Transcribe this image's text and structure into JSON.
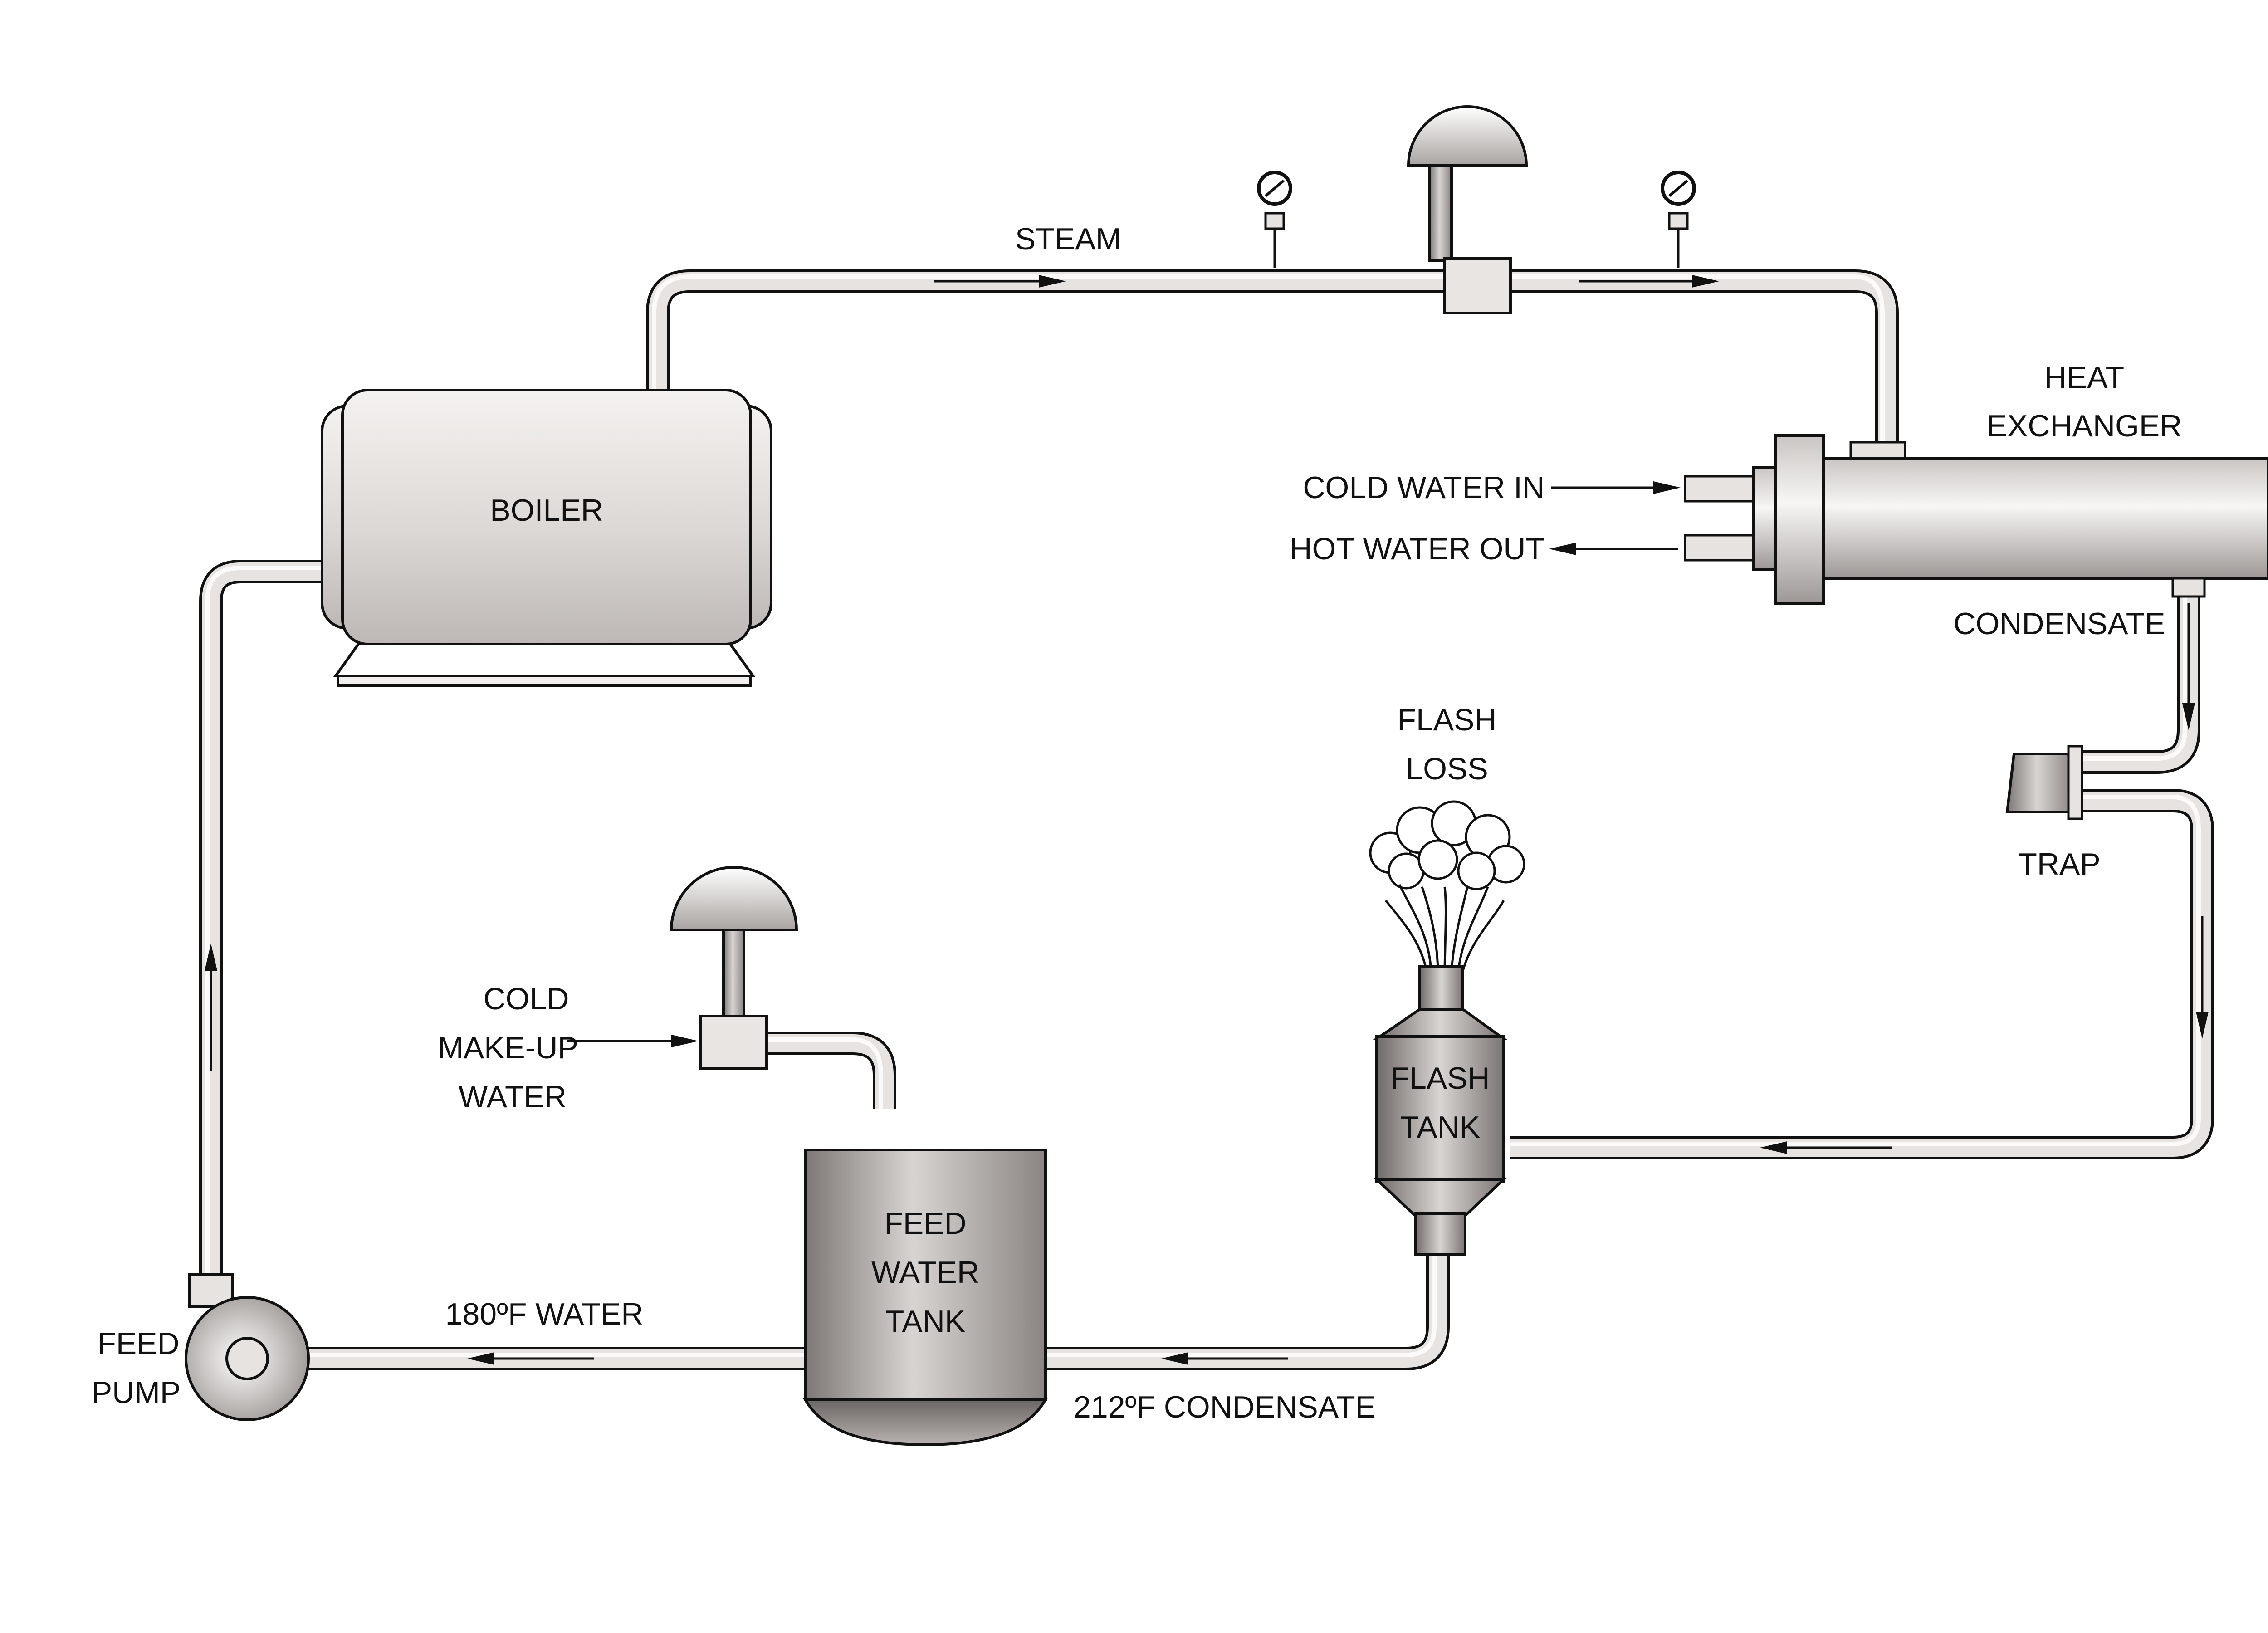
{
  "labels": {
    "steam": "STEAM",
    "heat_exchanger_1": "HEAT",
    "heat_exchanger_2": "EXCHANGER",
    "cold_water_in": "COLD WATER IN",
    "hot_water_out": "HOT WATER OUT",
    "condensate": "CONDENSATE",
    "boiler": "BOILER",
    "flash_loss_1": "FLASH",
    "flash_loss_2": "LOSS",
    "trap": "TRAP",
    "makeup_1": "COLD",
    "makeup_2": "MAKE-UP",
    "makeup_3": "WATER",
    "flash_tank_1": "FLASH",
    "flash_tank_2": "TANK",
    "feed_water_tank_1": "FEED",
    "feed_water_tank_2": "WATER",
    "feed_water_tank_3": "TANK",
    "feed_pump_1": "FEED",
    "feed_pump_2": "PUMP",
    "water_180": "180ºF WATER",
    "condensate_212": "212ºF CONDENSATE"
  },
  "colors": {
    "pipe": "#e6e3e1",
    "outline": "#111111",
    "equipment_light": "#f2f0ee",
    "equipment_dark": "#8a8583"
  }
}
